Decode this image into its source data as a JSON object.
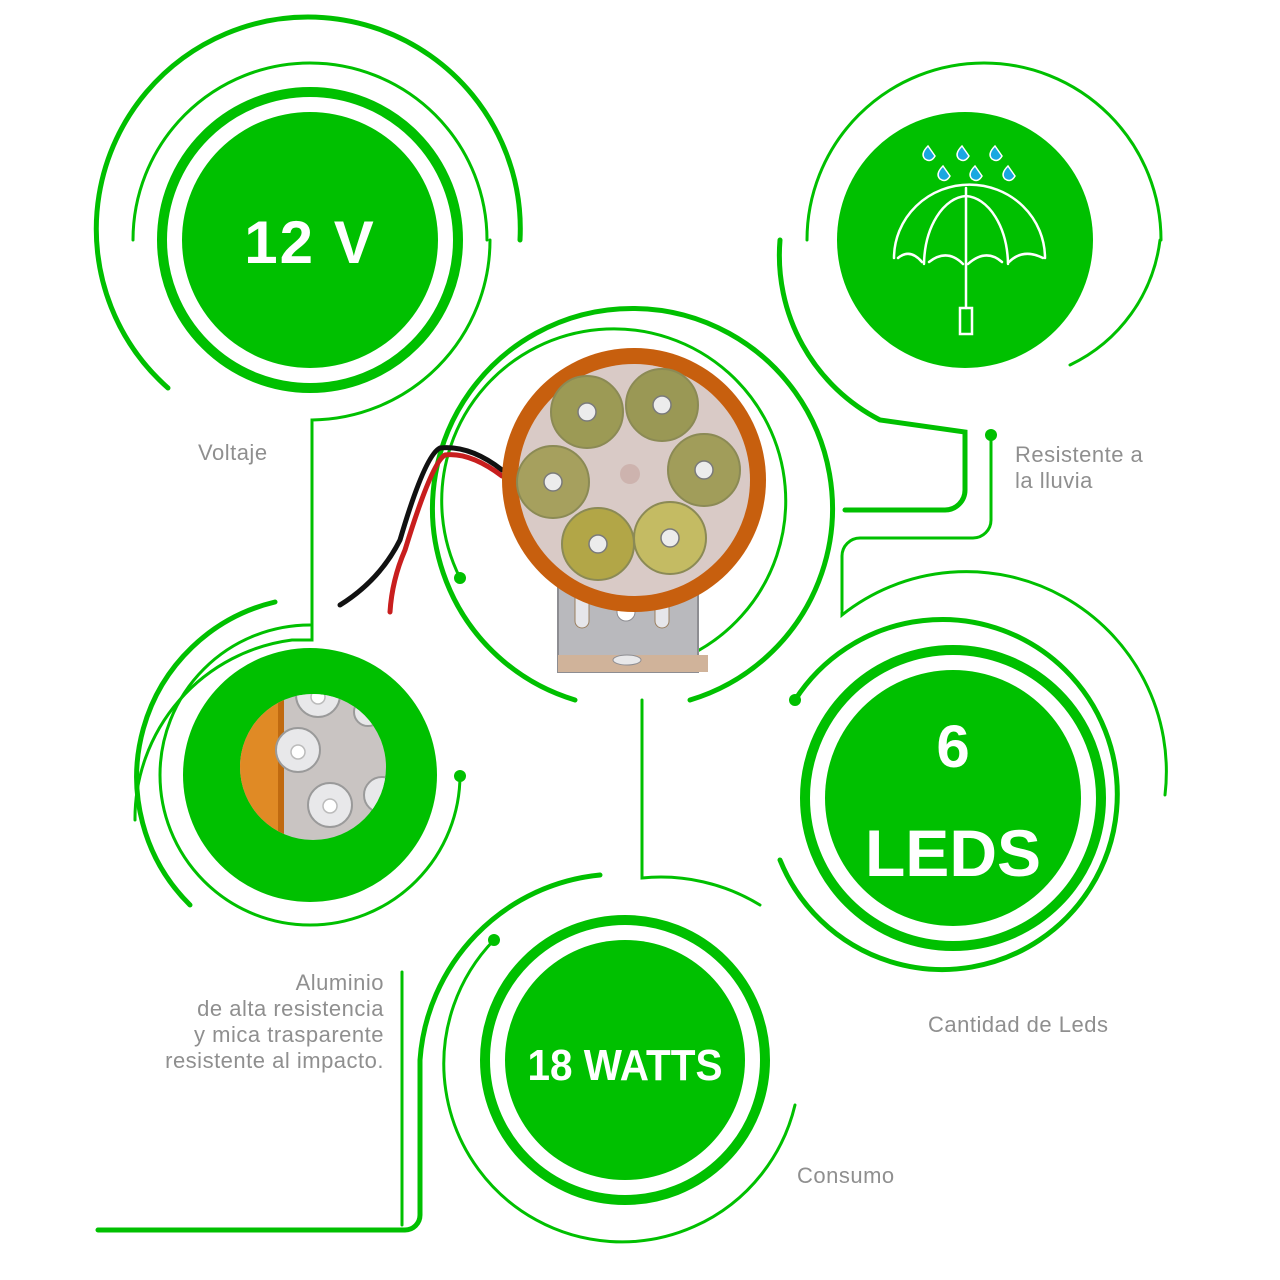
{
  "theme": {
    "accent": "#00c000",
    "label_color": "#8f8f8f",
    "badge_text": "#ffffff",
    "rain_drop": "#1aa7e0",
    "housing_orange": "#d9792a"
  },
  "features": {
    "voltage": {
      "value": "12 V",
      "label": "Voltaje"
    },
    "rain": {
      "icon": "umbrella-rain-icon",
      "label_line1": "Resistente a",
      "label_line2": "la lluvia"
    },
    "material": {
      "icon": "led-lens-closeup-image",
      "label_line1": "Aluminio",
      "label_line2": "de alta resistencia",
      "label_line3": "y mica trasparente",
      "label_line4": "resistente al impacto."
    },
    "leds": {
      "value_line1": "6",
      "value_line2": "LEDS",
      "label": "Cantidad de Leds"
    },
    "power": {
      "value": "18 WATTS",
      "label": "Consumo"
    }
  },
  "product": {
    "image": "round-6-led-work-light-with-bracket",
    "led_count": 6,
    "wires": [
      "black",
      "red"
    ]
  }
}
